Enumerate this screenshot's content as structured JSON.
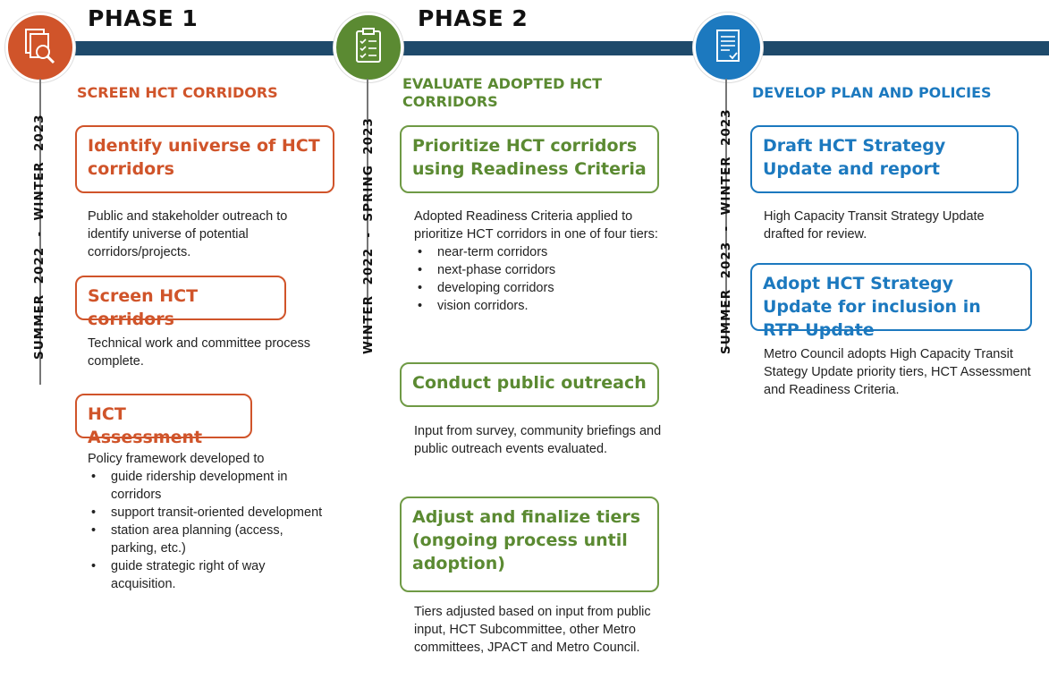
{
  "colors": {
    "orange": "#d0542a",
    "green": "#5b8a32",
    "blue": "#1c79bf",
    "navy": "#1e4a6b"
  },
  "phases": [
    {
      "label": "PHASE 1",
      "icon": "magnifier-document-icon"
    },
    {
      "label": "PHASE 2",
      "icon": "checklist-icon"
    },
    {
      "icon": "report-document-icon"
    }
  ],
  "columns": [
    {
      "title": "SCREEN HCT CORRIDORS",
      "date": "SUMMER  2022  -  WINTER  2023",
      "boxes": [
        {
          "label": "Identify universe of HCT corridors",
          "desc": "Public and stakeholder outreach to identify universe of potential corridors/projects."
        },
        {
          "label": "Screen HCT corridors",
          "desc": "Technical work and committee process complete."
        },
        {
          "label": "HCT Assessment",
          "desc": "Policy framework developed to",
          "bullets": [
            "guide ridership development in corridors",
            "support transit-oriented development",
            "station area planning (access, parking, etc.)",
            "guide strategic right of way acquisition."
          ]
        }
      ]
    },
    {
      "title": "EVALUATE ADOPTED HCT CORRIDORS",
      "date": "WINTER  2022  -  SPRING  2023",
      "boxes": [
        {
          "label": "Prioritize HCT corridors using Readiness Criteria",
          "desc": "Adopted Readiness Criteria applied to prioritize HCT corridors in one of four tiers:",
          "bullets": [
            "near-term corridors",
            "next-phase corridors",
            "developing corridors",
            "vision corridors."
          ]
        },
        {
          "label": "Conduct public outreach",
          "desc": "Input from survey, community briefings and public outreach events evaluated."
        },
        {
          "label": "Adjust and finalize tiers (ongoing process until adoption)",
          "desc": "Tiers adjusted based on input from public input, HCT Subcommittee, other Metro committees, JPACT and Metro Council."
        }
      ]
    },
    {
      "title": "DEVELOP PLAN AND POLICIES",
      "date": "SUMMER  2023  -  WINTER  2023",
      "boxes": [
        {
          "label": "Draft HCT Strategy Update and report",
          "desc": "High Capacity Transit Strategy Update drafted for review."
        },
        {
          "label": "Adopt HCT Strategy Update for inclusion in RTP Update",
          "desc": "Metro Council adopts High Capacity Transit Stategy Update priority tiers, HCT Assessment and Readiness Criteria."
        }
      ]
    }
  ]
}
